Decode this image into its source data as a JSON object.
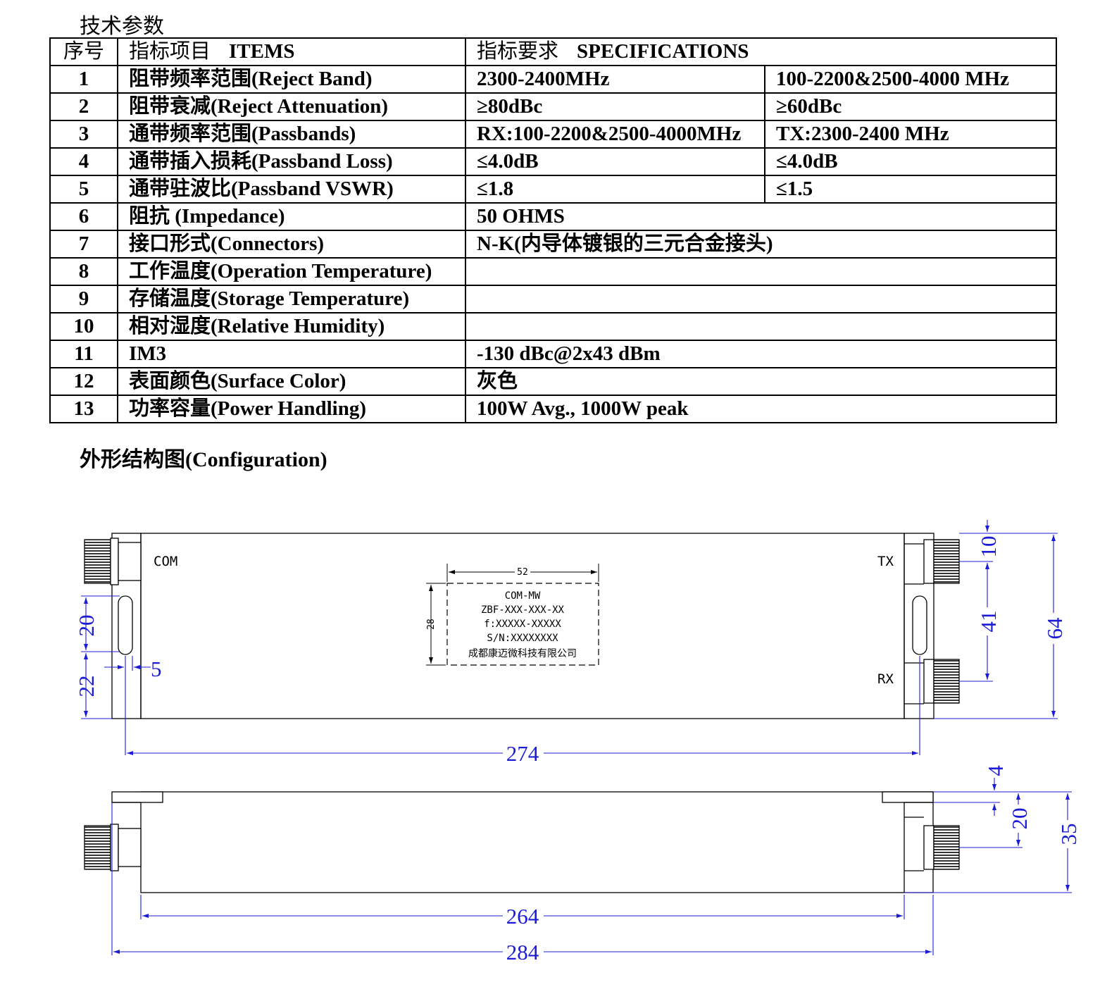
{
  "title": "技术参数",
  "table": {
    "header": {
      "no": "序号",
      "item_cn": "指标项目",
      "item_en": "ITEMS",
      "spec_cn": "指标要求",
      "spec_en": "SPECIFICATIONS"
    },
    "rows": [
      {
        "no": "1",
        "item": "阻带频率范围(Reject Band)",
        "spec_a": "2300-2400MHz",
        "spec_b": "100-2200&2500-4000 MHz"
      },
      {
        "no": "2",
        "item": "阻带衰减(Reject Attenuation)",
        "spec_a": "≥80dBc",
        "spec_b": "≥60dBc"
      },
      {
        "no": "3",
        "item": "通带频率范围(Passbands)",
        "spec_a": "RX:100-2200&2500-4000MHz",
        "spec_b": "TX:2300-2400 MHz"
      },
      {
        "no": "4",
        "item": "通带插入损耗(Passband Loss)",
        "spec_a": "≤4.0dB",
        "spec_b": "≤4.0dB"
      },
      {
        "no": "5",
        "item": "通带驻波比(Passband VSWR)",
        "spec_a": "≤1.8",
        "spec_b": "≤1.5"
      },
      {
        "no": "6",
        "item": "阻抗  (Impedance)",
        "spec": "50 OHMS"
      },
      {
        "no": "7",
        "item": "接口形式(Connectors)",
        "spec": "N-K(内导体镀银的三元合金接头)"
      },
      {
        "no": "8",
        "item": "工作温度(Operation Temperature)",
        "spec": ""
      },
      {
        "no": "9",
        "item": "存储温度(Storage Temperature)",
        "spec": ""
      },
      {
        "no": "10",
        "item": "相对湿度(Relative Humidity)",
        "spec": ""
      },
      {
        "no": "11",
        "item": "IM3",
        "spec": "-130 dBc@2x43 dBm"
      },
      {
        "no": "12",
        "item": "表面颜色(Surface Color)",
        "spec": "灰色"
      },
      {
        "no": "13",
        "item": "功率容量(Power Handling)",
        "spec": "100W Avg., 1000W peak"
      }
    ]
  },
  "config_title": "外形结构图(Configuration)",
  "drawing": {
    "port_com": "COM",
    "port_tx": "TX",
    "port_rx": "RX",
    "label": {
      "width_dim": "52",
      "height_dim": "28",
      "line1": "COM-MW",
      "line2": "ZBF-XXX-XXX-XX",
      "line3": "f:XXXXX-XXXXX",
      "line4": "S/N:XXXXXXXX",
      "line5": "成都康迈微科技有限公司"
    },
    "dims": {
      "d20": "20",
      "d22": "22",
      "d5": "5",
      "d274": "274",
      "d10": "10",
      "d41": "41",
      "d64": "64",
      "d4": "4",
      "d20b": "20",
      "d35": "35",
      "d264": "264",
      "d284": "284"
    },
    "dim_color": "#1c1cd6"
  }
}
